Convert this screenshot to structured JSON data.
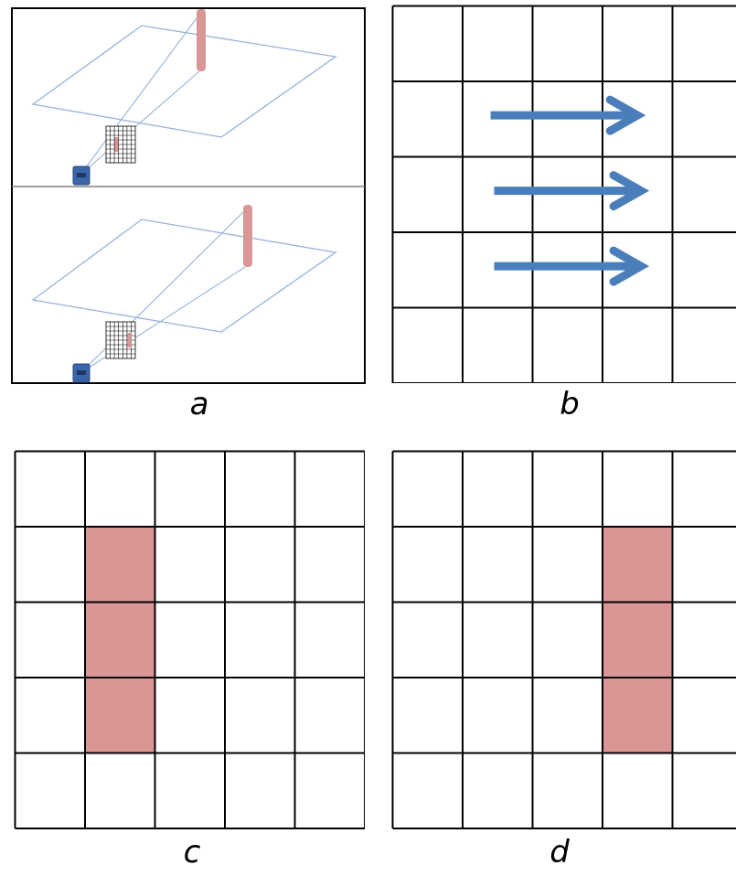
{
  "panels": {
    "a": {
      "caption": "a"
    },
    "b": {
      "caption": "b",
      "grid": {
        "rows": 5,
        "cols": 5
      },
      "arrows": [
        {
          "row": 1,
          "from_col": 1.4,
          "to_col": 3.5
        },
        {
          "row": 2,
          "from_col": 1.45,
          "to_col": 3.55
        },
        {
          "row": 3,
          "from_col": 1.45,
          "to_col": 3.55
        }
      ]
    },
    "c": {
      "caption": "c",
      "grid": {
        "rows": 5,
        "cols": 5
      },
      "highlighted_cells": [
        [
          1,
          1
        ],
        [
          2,
          1
        ],
        [
          3,
          1
        ]
      ]
    },
    "d": {
      "caption": "d",
      "grid": {
        "rows": 5,
        "cols": 5
      },
      "highlighted_cells": [
        [
          1,
          3
        ],
        [
          2,
          3
        ],
        [
          3,
          3
        ]
      ]
    }
  },
  "colors": {
    "grid_line": "#000000",
    "highlight_fill": "#d99694",
    "arrow": "#4a7ebb",
    "plane_line": "#95b3d7",
    "camera": "#3b65a8",
    "divider": "#808080"
  }
}
